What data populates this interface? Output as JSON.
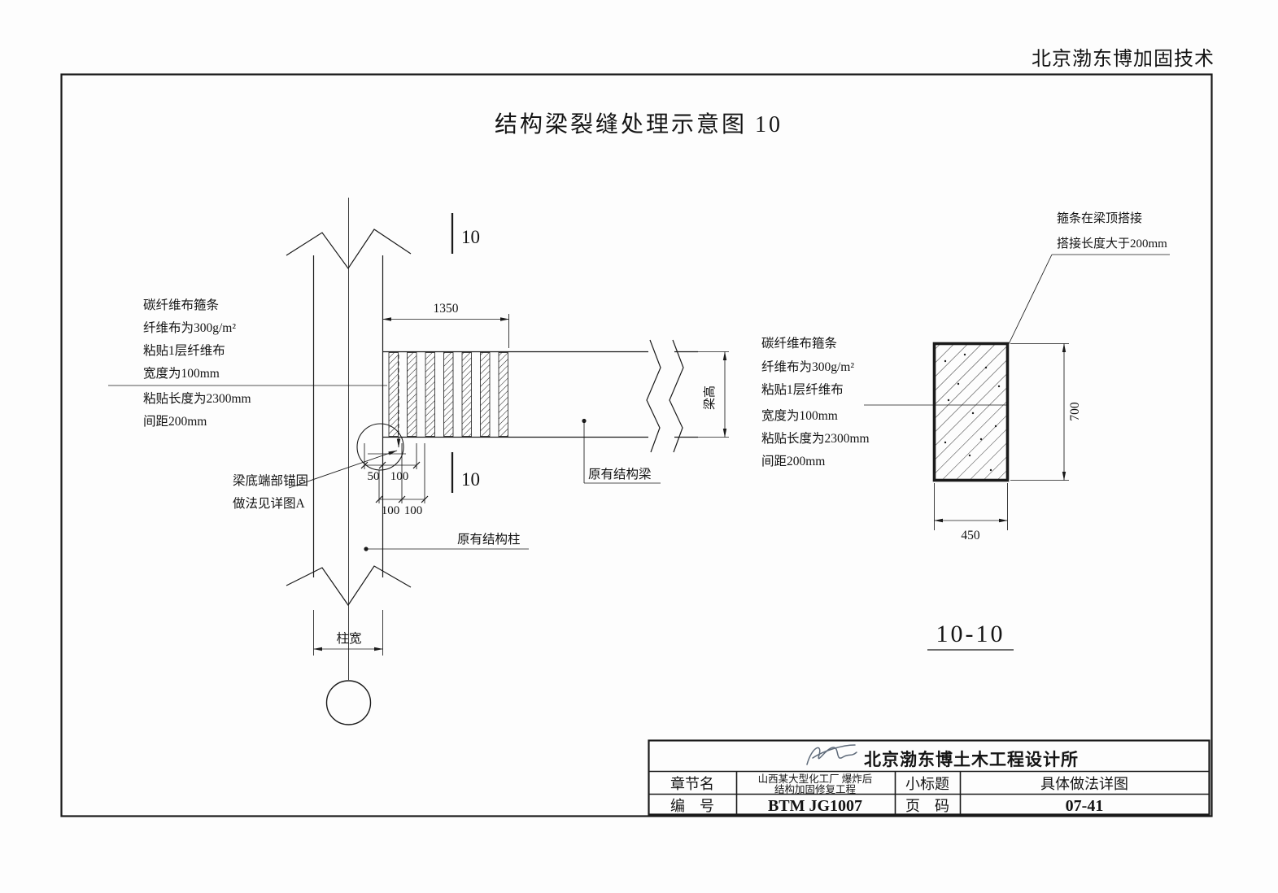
{
  "watermark": "北京渤东博加固技术",
  "drawing_title": "结构梁裂缝处理示意图 10",
  "left_figure": {
    "notes": [
      "碳纤维布箍条",
      "纤维布为300g/m²",
      "粘贴1层纤维布",
      "宽度为100mm",
      "粘贴长度为2300mm",
      "间距200mm"
    ],
    "section_mark": "10",
    "dim_beam_length": "1350",
    "dim_50": "50",
    "dim_100": "100",
    "beam_height_label": "梁高",
    "column_width_label": "柱宽",
    "anchor_note_line1": "梁底端部锚固",
    "anchor_note_line2": "做法见详图A",
    "beam_label": "原有结构梁",
    "column_label": "原有结构柱"
  },
  "right_figure": {
    "notes": [
      "碳纤维布箍条",
      "纤维布为300g/m²",
      "粘贴1层纤维布",
      "宽度为100mm",
      "粘贴长度为2300mm",
      "间距200mm"
    ],
    "lap_note_line1": "箍条在梁顶搭接",
    "lap_note_line2": "搭接长度大于200mm",
    "dim_height": "700",
    "dim_width": "450",
    "section_title": "10-10"
  },
  "title_block": {
    "company": "北京渤东博土木工程设计所",
    "chapter_label": "章节名",
    "project_line1": "山西某大型化工厂 爆炸后",
    "project_line2": "结构加固修复工程",
    "subtitle_label": "小标题",
    "subtitle_value": "具体做法详图",
    "number_label": "编　号",
    "number_value": "BTM JG1007",
    "page_label": "页　码",
    "page_value": "07-41"
  }
}
